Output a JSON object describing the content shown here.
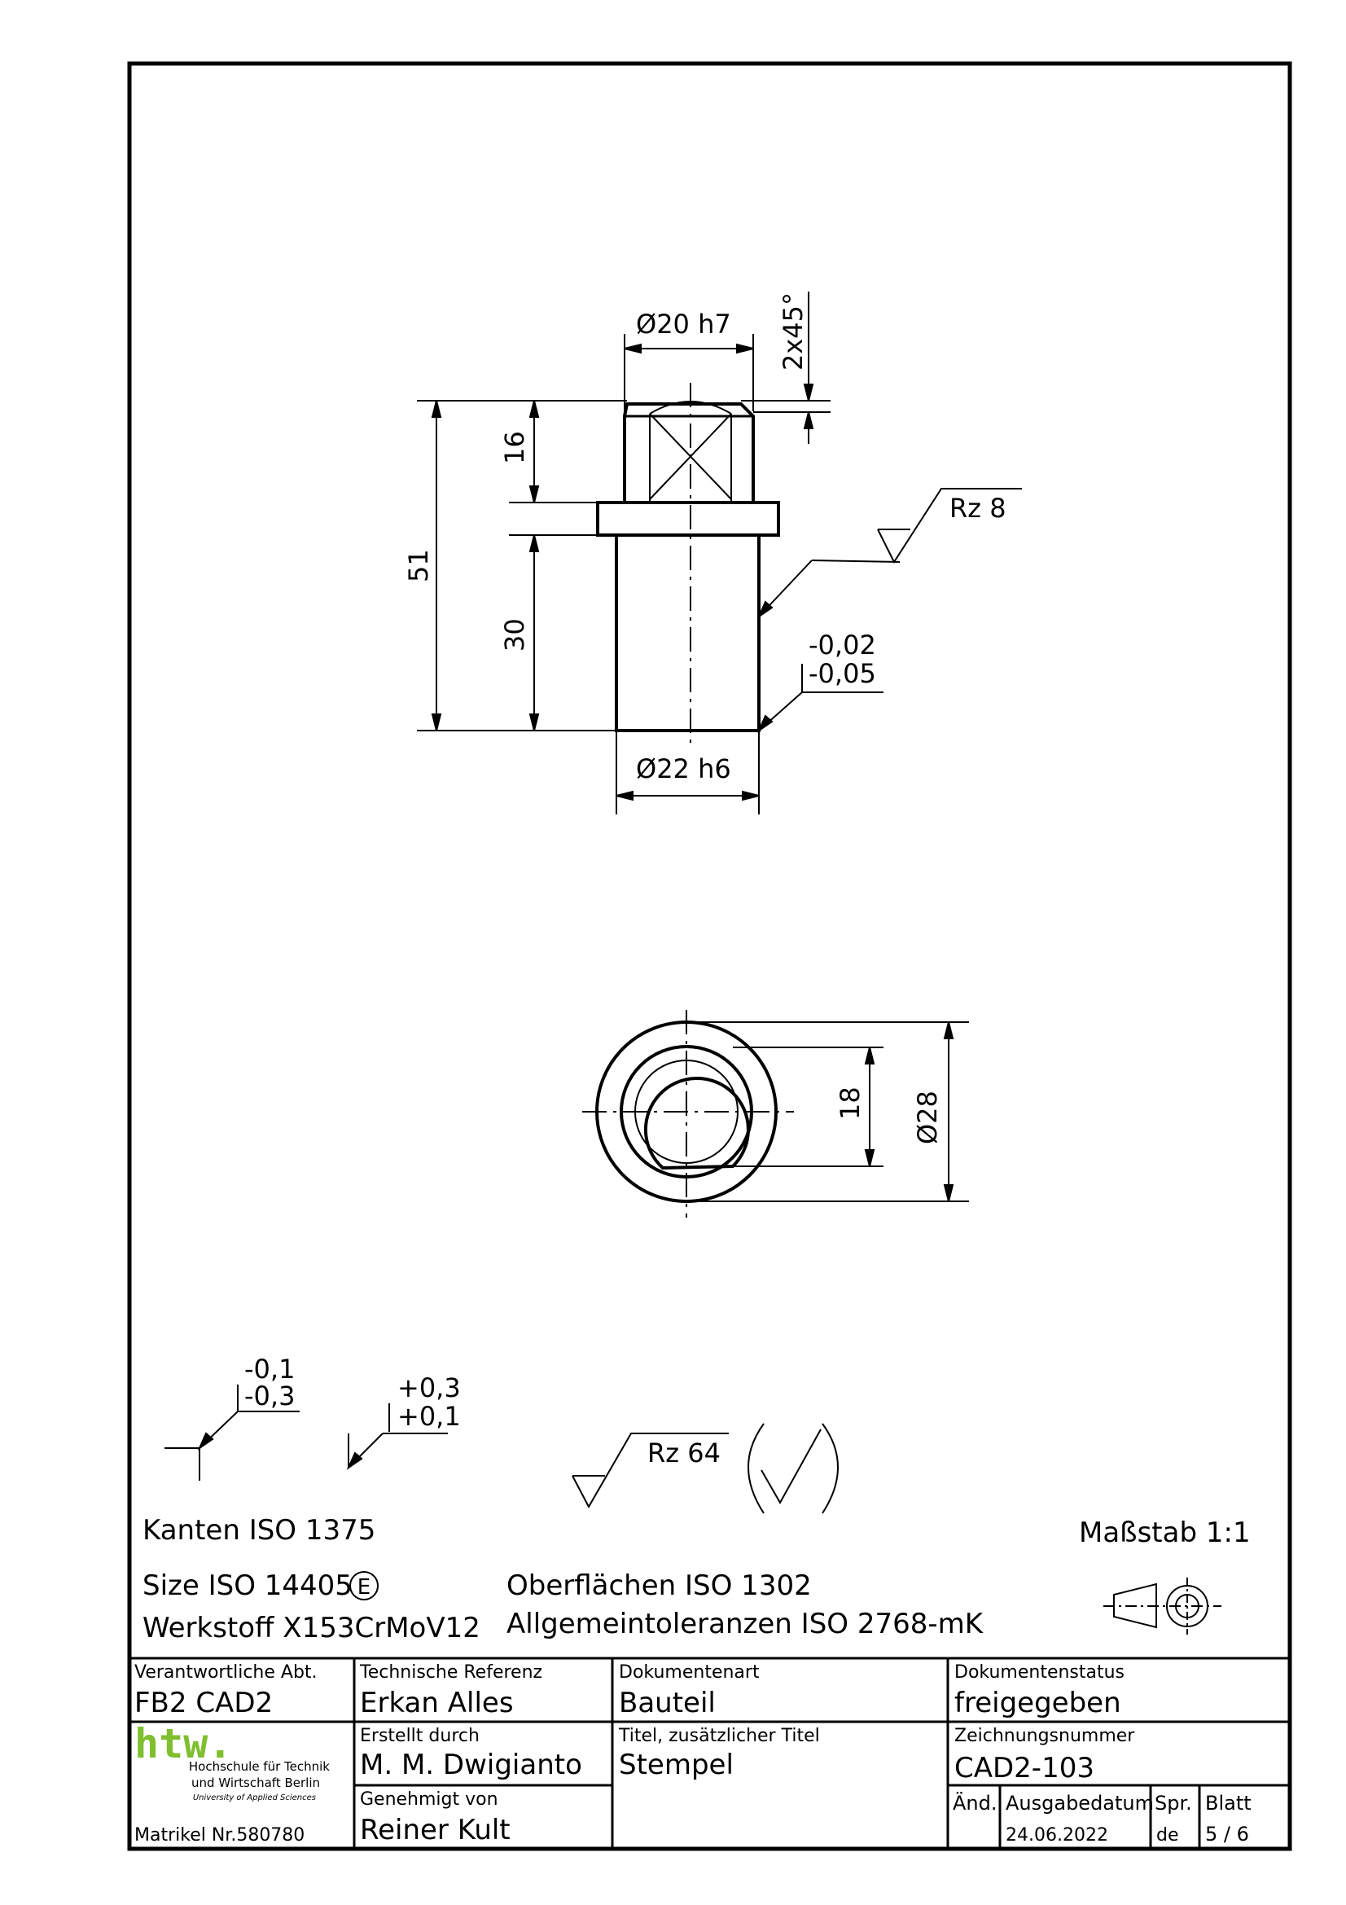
{
  "drawing": {
    "side_view": {
      "dim_top_diameter": "Ø20 h7",
      "dim_chamfer": "2x45°",
      "dim_head_height": "16",
      "dim_total_length": "51",
      "dim_shaft_length": "30",
      "dim_bottom_diameter": "Ø22 h6",
      "surface_roughness": "Rz 8",
      "tolerance_upper": "-0,02",
      "tolerance_lower": "-0,05"
    },
    "top_view": {
      "dim_inner": "18",
      "dim_outer": "Ø28"
    },
    "edge_symbols": {
      "left_upper": "-0,1",
      "left_lower": "-0,3",
      "right_upper": "+0,3",
      "right_lower": "+0,1"
    },
    "general_surface": "Rz 64"
  },
  "notes": {
    "edges": "Kanten ISO 1375",
    "size": "Size ISO 14405",
    "size_symbol": "E",
    "material": "Werkstoff X153CrMoV12",
    "surfaces": "Oberflächen ISO 1302",
    "tolerances": "Allgemeintoleranzen ISO 2768-mK",
    "scale": "Maßstab 1:1"
  },
  "title_block": {
    "dept_label": "Verantwortliche Abt.",
    "dept_value": "FB2 CAD2",
    "techref_label": "Technische Referenz",
    "techref_value": "Erkan Alles",
    "doctype_label": "Dokumentenart",
    "doctype_value": "Bauteil",
    "docstatus_label": "Dokumentenstatus",
    "docstatus_value": "freigegeben",
    "created_label": "Erstellt durch",
    "created_value": "M. M. Dwigianto",
    "title_label": "Titel, zusätzlicher Titel",
    "title_value": "Stempel",
    "drawno_label": "Zeichnungsnummer",
    "drawno_value": "CAD2-103",
    "approved_label": "Genehmigt von",
    "approved_value": "Reiner Kult",
    "rev_label": "Änd.",
    "date_label": "Ausgabedatum",
    "date_value": "24.06.2022",
    "lang_label": "Spr.",
    "lang_value": "de",
    "sheet_label": "Blatt",
    "sheet_value": "5 / 6",
    "matrikel": "Matrikel Nr.580780",
    "logo_text": "htw.",
    "logo_line1": "Hochschule für Technik",
    "logo_line2": "und Wirtschaft Berlin",
    "logo_line3": "University of Applied Sciences"
  }
}
